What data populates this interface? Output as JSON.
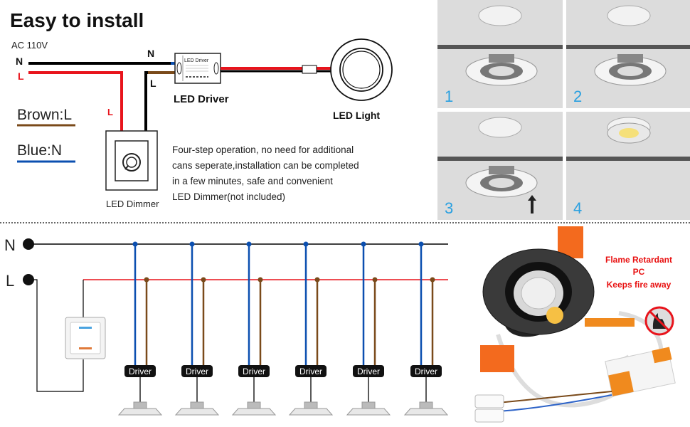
{
  "title": "Easy to install",
  "top_diagram": {
    "supply_label": "AC 110V",
    "n_label": "N",
    "l_label": "L",
    "dimmer_l_label": "L",
    "driver_n_label": "N",
    "driver_l_label": "L",
    "driver_box_text": "LED Driver",
    "driver_label": "LED Driver",
    "light_label": "LED Light",
    "dimmer_label": "LED Dimmer",
    "legend": [
      {
        "label": "Brown:L",
        "color": "#7a4a1a"
      },
      {
        "label": "Blue:N",
        "color": "#0b4fb0"
      }
    ],
    "description": [
      "Four-step operation, no need for additional",
      "cans seperate,installation can be completed",
      "in a few minutes, safe and convenient",
      "LED Dimmer(not included)"
    ]
  },
  "steps": [
    {
      "number": "1"
    },
    {
      "number": "2"
    },
    {
      "number": "3"
    },
    {
      "number": "4"
    }
  ],
  "step_number_color": "#2aa0e0",
  "bottom_diagram": {
    "n_label": "N",
    "l_label": "L",
    "driver_labels": [
      "Driver",
      "Driver",
      "Driver",
      "Driver",
      "Driver",
      "Driver"
    ]
  },
  "product": {
    "callout": [
      "Flame Retardant",
      "PC",
      "Keeps fire away"
    ],
    "callout_color": "#e81010"
  },
  "colors": {
    "live": "#e8141c",
    "neutral": "#0b4fb0",
    "brown": "#7a4a1a",
    "black": "#000000"
  }
}
